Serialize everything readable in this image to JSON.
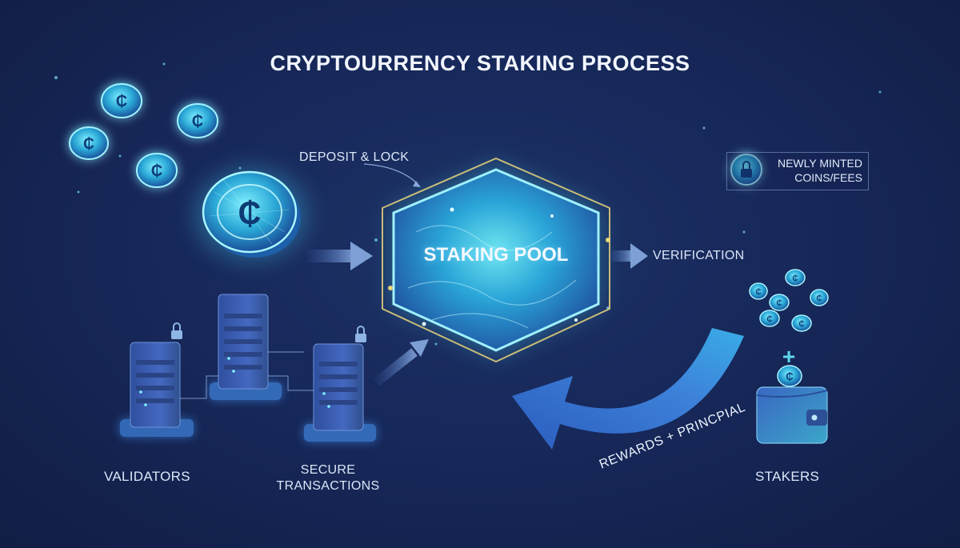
{
  "title": "CRYPTOURRENCY STAKING PROCESS",
  "labels": {
    "deposit": "DEPOSIT & LOCK",
    "pool": "STAKING POOL",
    "verification": "VERIFICATION",
    "minted_line1": "NEWLY MINTED",
    "minted_line2": "COINS/FEES",
    "validators": "VALIDATORS",
    "secure_line1": "SECURE",
    "secure_line2": "TRANSACTIONS",
    "rewards": "REWARDS + PRINCPIAL",
    "stakers": "STAKERS"
  },
  "icons": {
    "coin_symbol": "₵",
    "plus": "+"
  },
  "colors": {
    "background": "#17285a",
    "accent_cyan": "#4fd8f0",
    "accent_blue": "#3a7bd5",
    "server": "#3f5fb0",
    "gold_ring": "#e8d37a"
  }
}
